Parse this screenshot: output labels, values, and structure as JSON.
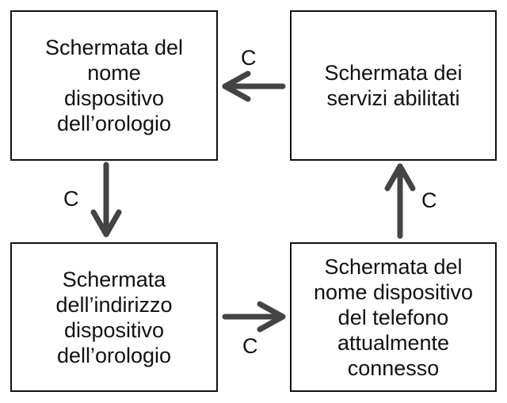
{
  "boxes": {
    "watch_name": "Schermata del\nnome\ndispositivo\ndell’orologio",
    "services": "Schermata dei\nservizi abilitati",
    "watch_address": "Schermata\ndell’indirizzo\ndispositivo\ndell’orologio",
    "phone_name": "Schermata del\nnome dispositivo\ndel telefono\nattualmente\nconnesso"
  },
  "arrow_labels": {
    "services_to_watch_name": "C",
    "watch_name_to_watch_address": "C",
    "watch_address_to_phone_name": "C",
    "phone_name_to_services": "C"
  },
  "colors": {
    "arrow": "#444444",
    "border": "#111111"
  }
}
